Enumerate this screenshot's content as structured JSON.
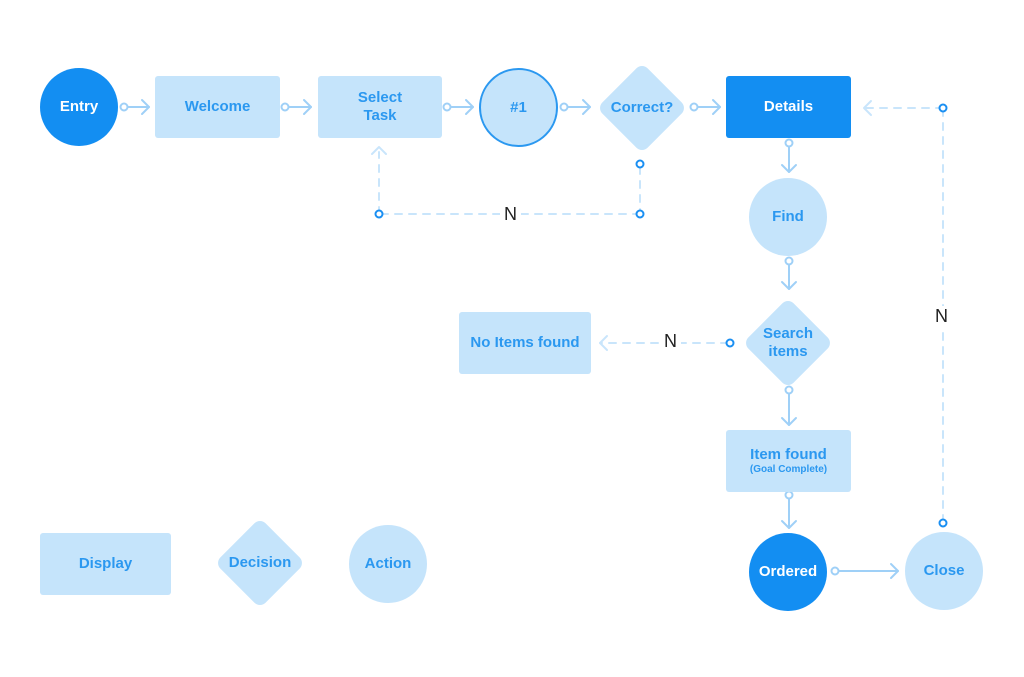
{
  "nodes": {
    "entry": "Entry",
    "welcome": "Welcome",
    "select_task": "Select Task",
    "step_1": "#1",
    "correct": "Correct?",
    "details": "Details",
    "find": "Find",
    "search_items": "Search items",
    "no_items_found": "No Items found",
    "item_found": "Item found",
    "item_found_sub": "(Goal Complete)",
    "ordered": "Ordered",
    "close": "Close"
  },
  "edge_labels": {
    "correct_no": "N",
    "search_no": "N",
    "close_no": "N"
  },
  "legend": {
    "display": "Display",
    "decision": "Decision",
    "action": "Action"
  },
  "colors": {
    "light_fill": "#c5e4fb",
    "dark_fill": "#138ef2",
    "text_blue": "#2b98f0",
    "connector": "#9fd0f7",
    "dashed": "#c9e5fb"
  }
}
